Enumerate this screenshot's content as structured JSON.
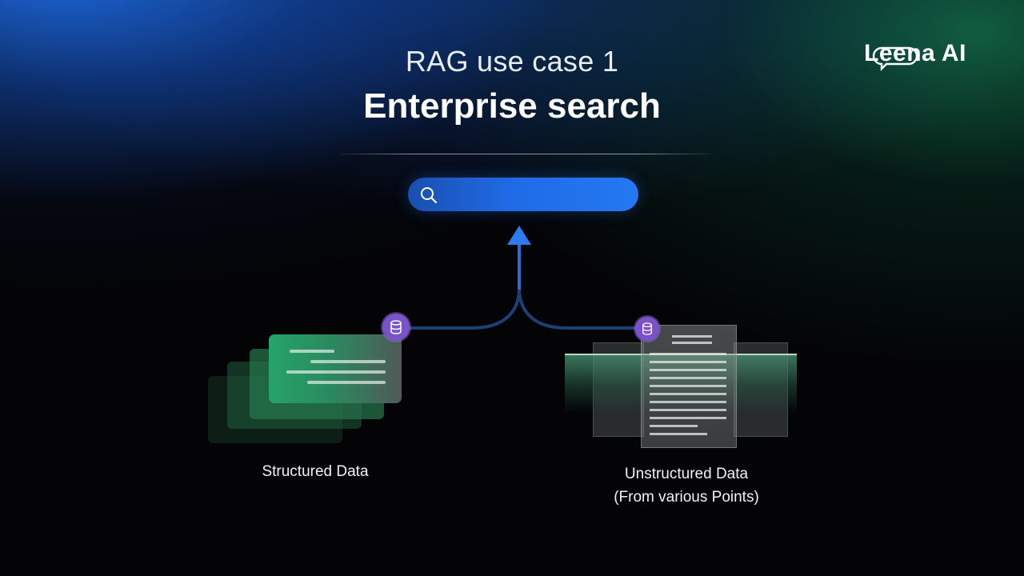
{
  "slide": {
    "subtitle": "RAG use case 1",
    "title": "Enterprise search"
  },
  "logo": {
    "text": "Leena AI"
  },
  "search": {
    "value": ""
  },
  "sources": {
    "structured_label": "Structured Data",
    "unstructured_label_line1": "Unstructured Data",
    "unstructured_label_line2": "(From various Points)"
  },
  "colors": {
    "search_bar": "#1f6be6",
    "arrow": "#2a7cf0",
    "connector": "#1c3f7a",
    "db_badge": "#7a52c9",
    "structured_card": "#27a36a",
    "gradient_blue": "#1e6ee6",
    "gradient_green": "#147850"
  },
  "icons": {
    "search": "search-icon",
    "database": "database-icon",
    "arrow": "arrow-up-icon"
  }
}
